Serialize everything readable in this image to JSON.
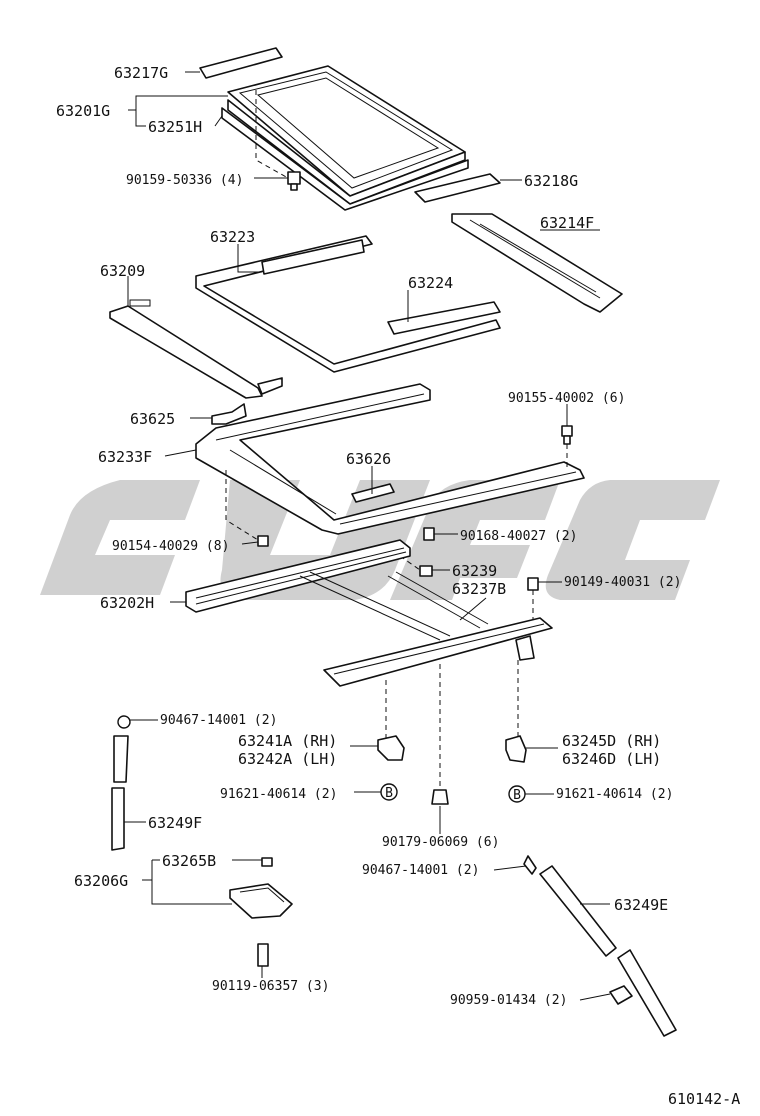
{
  "diagram_id": "610142-A",
  "labels": {
    "l63217G": "63217G",
    "l63201G": "63201G",
    "l63251H": "63251H",
    "l90159": "90159-50336 (4)",
    "l63218G": "63218G",
    "l63223": "63223",
    "l63214F": "63214F",
    "l63209": "63209",
    "l63224": "63224",
    "l63625": "63625",
    "l90155": "90155-40002 (6)",
    "l63233F": "63233F",
    "l63626": "63626",
    "l90154": "90154-40029 (8)",
    "l90168": "90168-40027 (2)",
    "l63239": "63239",
    "l63237B": "63237B",
    "l90149": "90149-40031 (2)",
    "l63202H": "63202H",
    "l90467a": "90467-14001 (2)",
    "l63241A": "63241A (RH)",
    "l63242A": "63242A (LH)",
    "l63245D": "63245D (RH)",
    "l63246D": "63246D (LH)",
    "l91621a": "91621-40614 (2)",
    "l91621b": "91621-40614 (2)",
    "l63249F": "63249F",
    "l90179": "90179-06069 (6)",
    "l63265B": "63265B",
    "l63206G": "63206G",
    "l90467b": "90467-14001 (2)",
    "l63249E": "63249E",
    "l90119": "90119-06357 (3)",
    "l90959": "90959-01434 (2)",
    "markB1": "B",
    "markB2": "B"
  }
}
